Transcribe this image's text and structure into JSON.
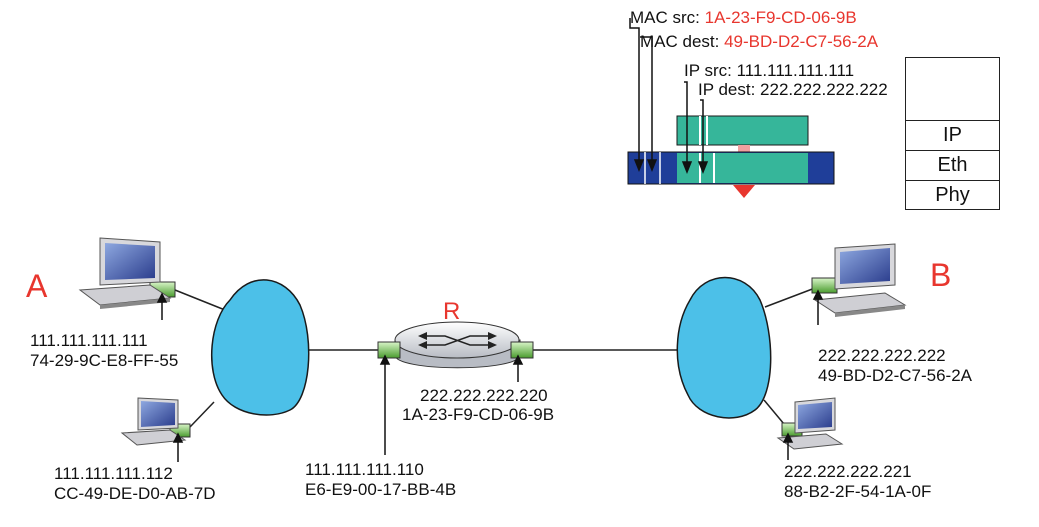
{
  "header": {
    "mac_src_label": "MAC src:",
    "mac_src_value": "1A-23-F9-CD-06-9B",
    "mac_dest_label": "MAC dest:",
    "mac_dest_value": "49-BD-D2-C7-56-2A",
    "ip_src_label": "IP src: 111.111.111.111",
    "ip_dest_label": "IP dest: 222.222.222.222"
  },
  "stack": {
    "layers": [
      "IP",
      "Eth",
      "Phy"
    ]
  },
  "nodes": {
    "host_a": {
      "letter": "A",
      "ip": "111.111.111.111",
      "mac": "74-29-9C-E8-FF-55"
    },
    "host_a2": {
      "ip": "111.111.111.112",
      "mac": "CC-49-DE-D0-AB-7D"
    },
    "router": {
      "letter": "R",
      "left_ip": "111.111.111.110",
      "left_mac": "E6-E9-00-17-BB-4B",
      "right_ip": "222.222.222.220",
      "right_mac": "1A-23-F9-CD-06-9B"
    },
    "host_b": {
      "letter": "B",
      "ip": "222.222.222.222",
      "mac": "49-BD-D2-C7-56-2A"
    },
    "host_b2": {
      "ip": "222.222.222.221",
      "mac": "88-B2-2F-54-1A-0F"
    }
  },
  "colors": {
    "frame_blue": "#1f3e99",
    "payload_teal": "#36b69a",
    "accent_red": "#e8362e",
    "cloud_blue": "#4cc0e8",
    "nic_green": "#5ab03a"
  }
}
